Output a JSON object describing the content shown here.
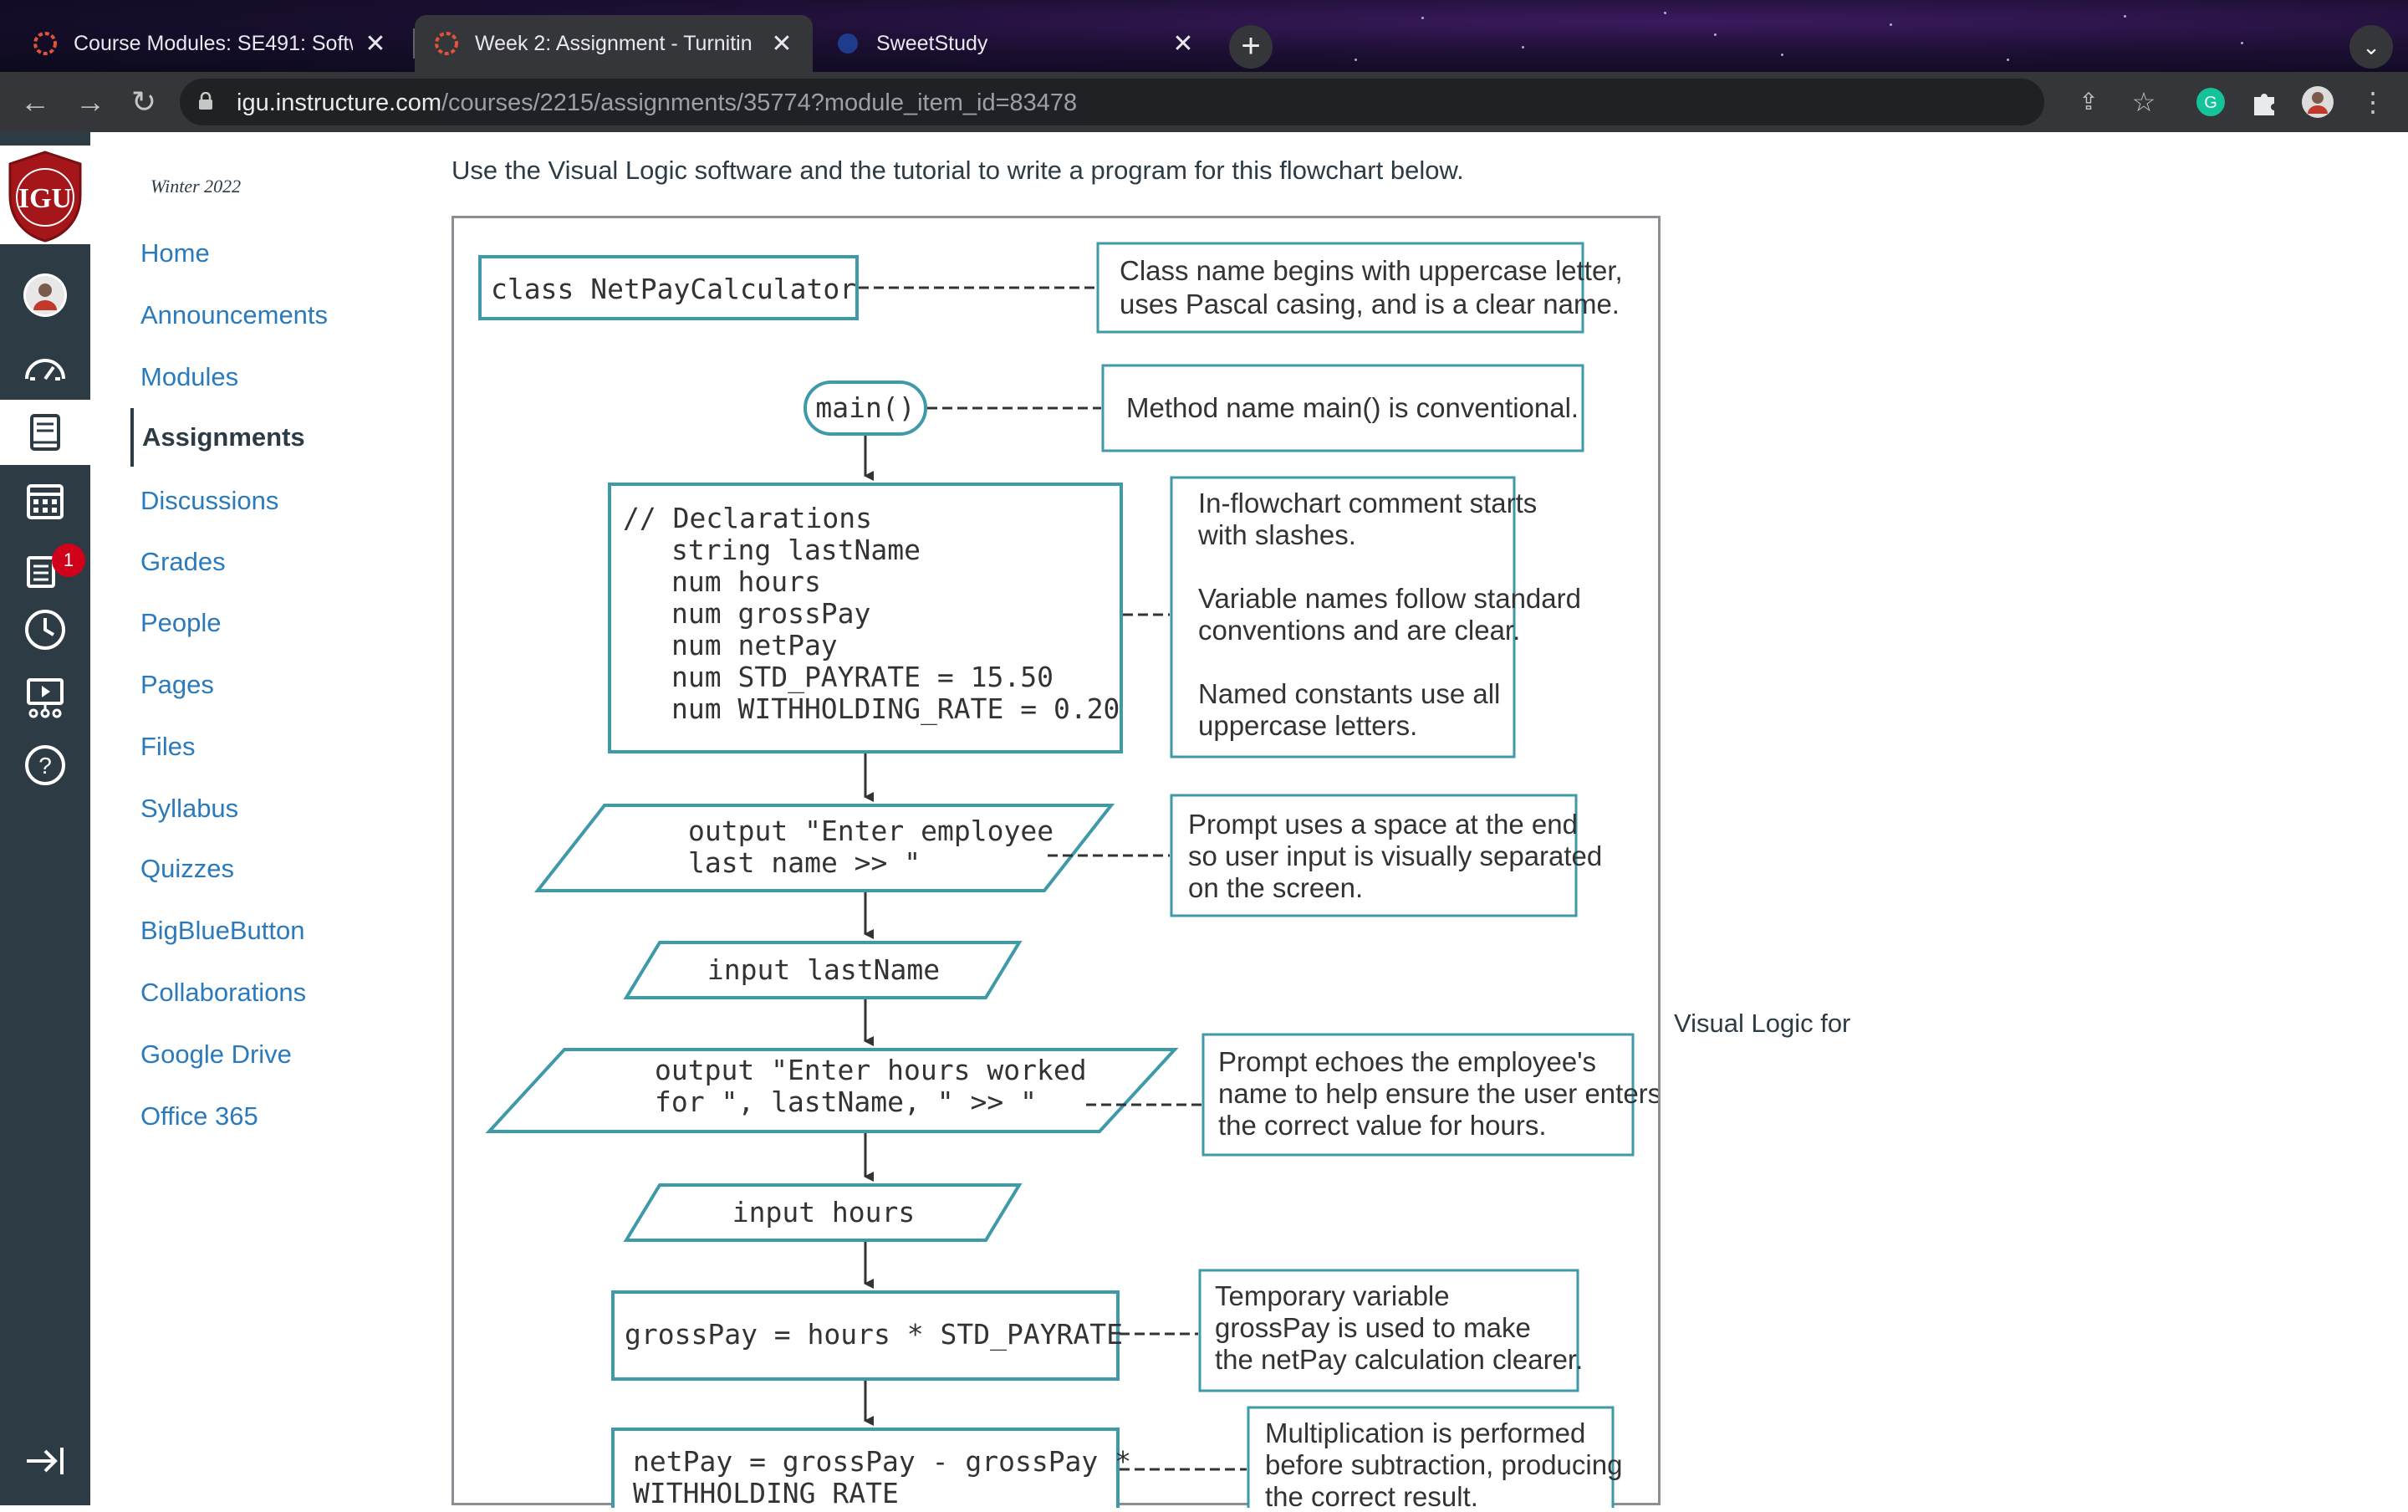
{
  "browser": {
    "tabs": [
      {
        "title": "Course Modules: SE491: Softw",
        "active": false
      },
      {
        "title": "Week 2: Assignment - Turnitin",
        "active": true
      },
      {
        "title": "SweetStudy",
        "active": false
      }
    ],
    "url_host": "igu.instructure.com",
    "url_path": "/courses/2215/assignments/35774?module_item_id=83478"
  },
  "global_nav": {
    "logo_text": "IGU",
    "items": [
      "account",
      "dashboard",
      "courses",
      "calendar",
      "inbox",
      "history",
      "studio",
      "help"
    ],
    "inbox_badge": "1"
  },
  "course_nav": {
    "term": "Winter 2022",
    "items": [
      "Home",
      "Announcements",
      "Modules",
      "Assignments",
      "Discussions",
      "Grades",
      "People",
      "Pages",
      "Files",
      "Syllabus",
      "Quizzes",
      "BigBlueButton",
      "Collaborations",
      "Google Drive",
      "Office 365"
    ],
    "active": "Assignments"
  },
  "content": {
    "instructions": "Use the Visual Logic software and the tutorial to write a program for this flowchart below.",
    "caption_right": "Visual Logic for"
  },
  "flowchart": {
    "class_box": "class NetPayCalculator",
    "class_note": [
      "Class name begins with uppercase letter,",
      "uses Pascal casing, and is a clear name."
    ],
    "main_terminal": "main()",
    "main_note": "Method name main() is conventional.",
    "declarations": [
      "// Declarations",
      "string lastName",
      "num hours",
      "num grossPay",
      "num netPay",
      "num STD_PAYRATE = 15.50",
      "num WITHHOLDING_RATE = 0.20"
    ],
    "decl_note": [
      "In-flowchart comment starts",
      "with slashes.",
      "",
      "Variable names follow standard",
      "conventions and are clear.",
      "",
      "Named constants use all",
      "uppercase letters."
    ],
    "output1": [
      "output \"Enter employee",
      "last name >> \""
    ],
    "output1_note": [
      "Prompt uses a space at the end",
      "so user input is visually separated",
      "on the screen."
    ],
    "input1": "input lastName",
    "output2": [
      "output \"Enter hours worked",
      "for \", lastName, \" >> \""
    ],
    "output2_note": [
      "Prompt echoes the employee's",
      "name to help ensure the user enters",
      "the correct value for hours."
    ],
    "input2": "input hours",
    "process1": "grossPay = hours * STD_PAYRATE",
    "process1_note": [
      "Temporary variable",
      "grossPay is used to make",
      "the netPay calculation clearer."
    ],
    "process2": [
      "netPay = grossPay - grossPay *",
      "WITHHOLDING_RATE"
    ],
    "process2_note": [
      "Multiplication is performed",
      "before subtraction, producing",
      "the correct result."
    ]
  }
}
